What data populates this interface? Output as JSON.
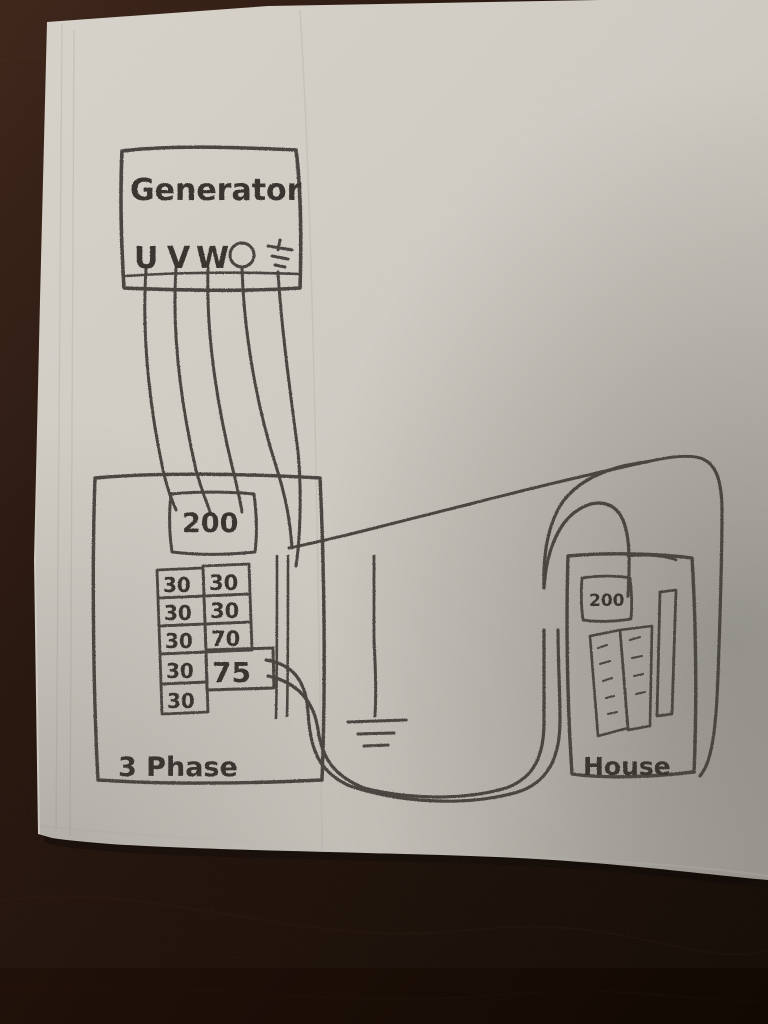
{
  "scene": {
    "medium": "hand-drawn pencil sketch on white paper photographed on dark wood table",
    "paper_color": "#cdc8c0",
    "desk_color": "#2a1710",
    "ink_color": "#4a4540"
  },
  "diagram": {
    "title_note": "Three-phase generator to house panel wiring sketch",
    "generator": {
      "label": "Generator",
      "terminals": [
        {
          "name": "U",
          "kind": "phase"
        },
        {
          "name": "V",
          "kind": "phase"
        },
        {
          "name": "W",
          "kind": "phase"
        },
        {
          "name": "O",
          "kind": "neutral"
        },
        {
          "name": "ground-symbol",
          "kind": "ground"
        }
      ]
    },
    "three_phase_panel": {
      "label": "3 Phase",
      "main_breaker": "200",
      "breakers_left": [
        "30",
        "30",
        "30",
        "30",
        "30"
      ],
      "breakers_right": [
        "30",
        "30",
        "70",
        "75"
      ]
    },
    "house_panel": {
      "label": "House",
      "main_breaker": "200",
      "breaker_columns": 2
    },
    "ground_rod": {
      "label": "earth-ground",
      "bars": 3
    },
    "wires": {
      "generator_drops": 5,
      "feeder_pair_to_house": 2,
      "ground_wire": 1
    }
  }
}
